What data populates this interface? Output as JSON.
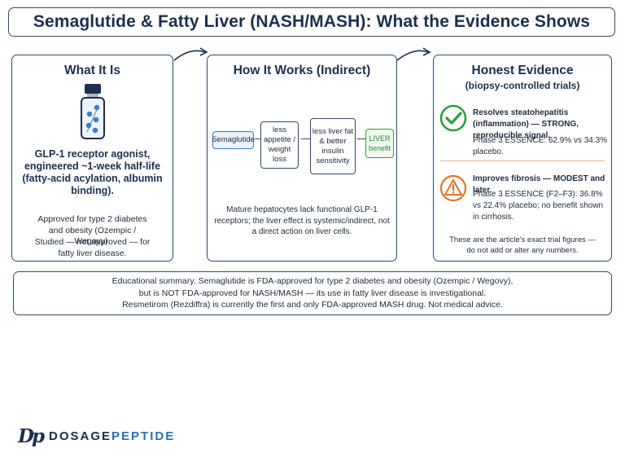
{
  "title": "Semaglutide & Fatty Liver (NASH/MASH): What the Evidence Shows",
  "colors": {
    "navy": "#1d2f4d",
    "flow_start": "#3a7cc4",
    "liver_green": "#3c9a3a",
    "check_green": "#2e9b3d",
    "warn_orange": "#e0742a"
  },
  "panel1": {
    "title": "What It Is",
    "icon": "vial-icon",
    "bold_text": "GLP-1 receptor agonist, engineered ~1-week half-life (fatty-acid acylation, albumin binding).",
    "text_1": "Approved for type 2 diabetes and obesity (Ozempic / Wegovy).",
    "text_2": "Studied — not approved — for fatty liver disease."
  },
  "panel2": {
    "title": "How It Works (Indirect)",
    "flow": {
      "start": "Semaglutide",
      "step1": "less appetite / weight loss",
      "step2": "less liver fat & better insulin sensitivity",
      "end": "LIVER benefit"
    },
    "note": "Mature hepatocytes lack functional GLP-1 receptors; the liver effect is systemic/indirect, not a direct action on liver cells."
  },
  "panel3": {
    "title": "Honest Evidence",
    "subtitle": "(biopsy-controlled trials)",
    "item1": {
      "icon": "check-circle-icon",
      "headline": "Resolves steatohepatitis (inflammation) — STRONG, reproducible signal.",
      "detail": "Phase 3 ESSENCE: 62.9% vs 34.3% placebo."
    },
    "item2": {
      "icon": "warning-triangle-icon",
      "headline": "Improves fibrosis — MODEST and later.",
      "detail": "Phase 3 ESSENCE (F2–F3): 36.8% vs 22.4% placebo; no benefit shown in cirrhosis."
    },
    "note": "These are the article's exact trial figures — do not add or alter any numbers."
  },
  "footer": {
    "line1": "Educational summary.  Semaglutide is FDA-approved for type 2 diabetes and obesity (Ozempic / Wegovy),",
    "line2": "but is NOT FDA-approved for NASH/MASH — its use in fatty liver disease is investigational.",
    "line3": "Resmetirom (Rezdiffra) is currently the first and only FDA-approved MASH drug. Not medical advice."
  },
  "brand": {
    "mark": "Dp",
    "name_part1": "DOSAGE",
    "name_part2": "PEPTIDE"
  }
}
